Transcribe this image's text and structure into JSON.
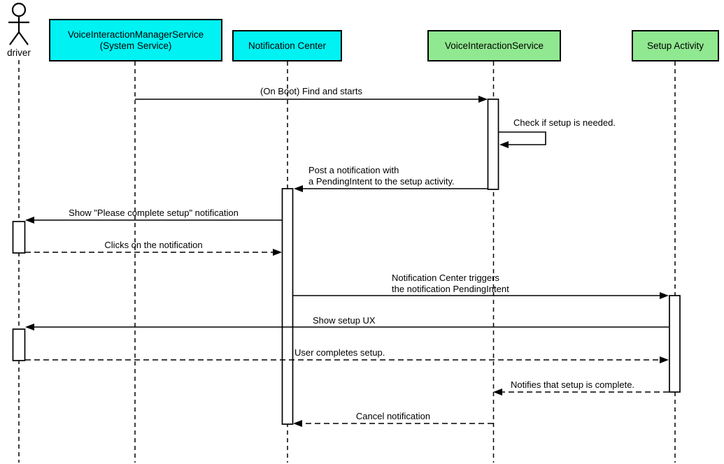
{
  "diagram": {
    "type": "uml-sequence",
    "colors": {
      "participant_cyan": "#00F2F2",
      "participant_green": "#90E890",
      "line": "#000000",
      "activation_fill": "#FFFFFF",
      "background": "#FFFFFF"
    },
    "participants": [
      {
        "id": "driver",
        "kind": "actor",
        "label": "driver"
      },
      {
        "id": "voice-interaction-manager-service",
        "kind": "box",
        "color": "cyan",
        "label_line1": "VoiceInteractionManagerService",
        "label_line2": "(System Service)"
      },
      {
        "id": "notification-center",
        "kind": "box",
        "color": "cyan",
        "label": "Notification Center"
      },
      {
        "id": "voice-interaction-service",
        "kind": "box",
        "color": "green",
        "label": "VoiceInteractionService"
      },
      {
        "id": "setup-activity",
        "kind": "box",
        "color": "green",
        "label": "Setup Activity"
      }
    ],
    "messages": [
      {
        "id": "on-boot-find-and-starts",
        "from": "voice-interaction-manager-service",
        "to": "voice-interaction-service",
        "style": "solid",
        "label": "(On Boot) Find and starts"
      },
      {
        "id": "check-if-setup-needed",
        "from": "voice-interaction-service",
        "to": "voice-interaction-service",
        "style": "solid-self",
        "label": "Check if setup is needed."
      },
      {
        "id": "post-notification",
        "from": "voice-interaction-service",
        "to": "notification-center",
        "style": "solid",
        "label_line1": "Post a notification with",
        "label_line2": "a PendingIntent to the setup activity."
      },
      {
        "id": "show-setup-notification",
        "from": "notification-center",
        "to": "driver",
        "style": "solid",
        "label": "Show \"Please complete setup\" notification"
      },
      {
        "id": "clicks-on-notification",
        "from": "driver",
        "to": "notification-center",
        "style": "dashed",
        "label": "Clicks on the notification"
      },
      {
        "id": "triggers-pending-intent",
        "from": "notification-center",
        "to": "setup-activity",
        "style": "solid",
        "label_line1": "Notification Center triggers",
        "label_line2": "the notification PendingIntent"
      },
      {
        "id": "show-setup-ux",
        "from": "setup-activity",
        "to": "driver",
        "style": "solid",
        "label": "Show setup UX"
      },
      {
        "id": "user-completes-setup",
        "from": "driver",
        "to": "setup-activity",
        "style": "dashed",
        "label": "User completes setup."
      },
      {
        "id": "notifies-setup-complete",
        "from": "setup-activity",
        "to": "voice-interaction-service",
        "style": "dashed",
        "label": "Notifies that setup is complete."
      },
      {
        "id": "cancel-notification",
        "from": "voice-interaction-service",
        "to": "notification-center",
        "style": "dashed",
        "label": "Cancel notification"
      }
    ]
  }
}
